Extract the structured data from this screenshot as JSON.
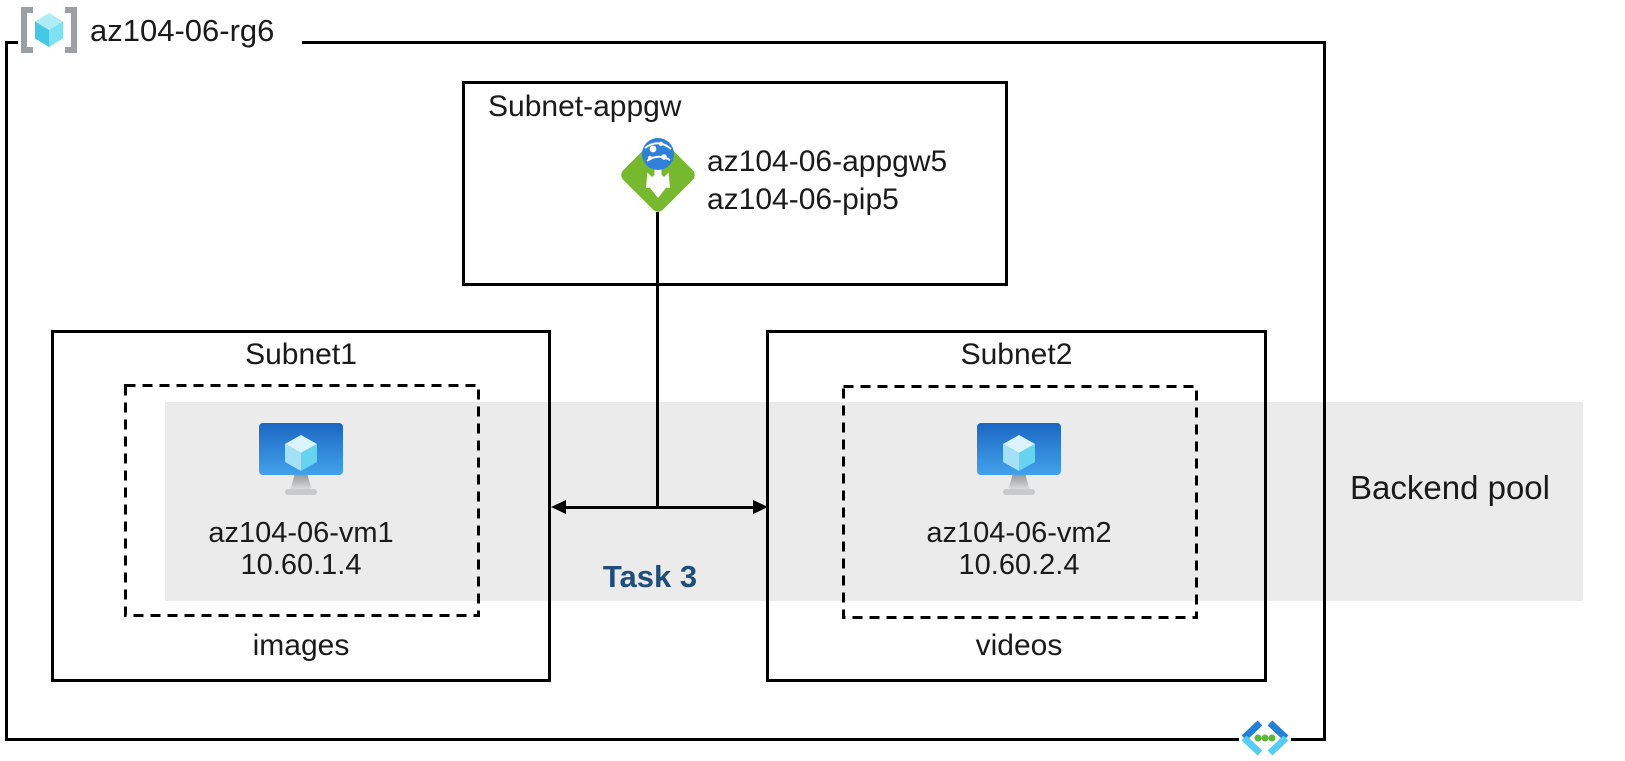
{
  "title": {
    "resource_group": "az104-06-rg6"
  },
  "appgw_subnet": {
    "label": "Subnet-appgw",
    "appgw_name": "az104-06-appgw5",
    "pip_name": "az104-06-pip5"
  },
  "subnet1": {
    "label": "Subnet1",
    "vm_name": "az104-06-vm1",
    "vm_ip": "10.60.1.4",
    "container": "images"
  },
  "subnet2": {
    "label": "Subnet2",
    "vm_name": "az104-06-vm2",
    "vm_ip": "10.60.2.4",
    "container": "videos"
  },
  "backend_pool": {
    "label": "Backend pool"
  },
  "task": {
    "label": "Task 3"
  },
  "icons": {
    "resource_group": "resource-group-icon",
    "application_gateway": "application-gateway-icon",
    "virtual_machine": "virtual-machine-icon",
    "virtual_network": "virtual-network-icon"
  },
  "colors": {
    "line": "#000000",
    "backend_band": "#EBEBEB",
    "task_text": "#1F4E79",
    "appgw_green": "#77B92E",
    "globe_blue": "#2E80D9",
    "vm_monitor_top": "#1B67C2",
    "vm_monitor_bottom": "#42A2EA",
    "cube_cyan": "#63D1F1",
    "vnet_blue_dark": "#2380D7",
    "vnet_blue_light": "#58CDF4",
    "vnet_dot_green": "#5CB637"
  }
}
